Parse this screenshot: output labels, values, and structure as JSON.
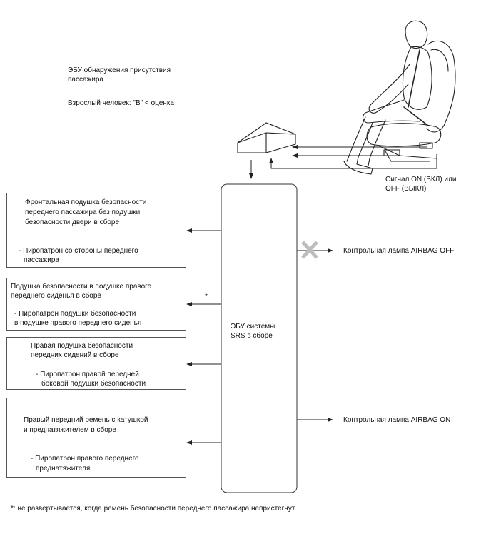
{
  "ecu_occupant": {
    "title_line1": "ЭБУ обнаружения присутствия",
    "title_line2": "пассажира",
    "condition": "Взрослый человек: \"B\" < оценка"
  },
  "signal": {
    "line1": "Сигнал ON (ВКЛ) или",
    "line2": "OFF (ВЫКЛ)"
  },
  "srs_ecu": {
    "line1": "ЭБУ системы",
    "line2": "SRS в сборе"
  },
  "boxes": [
    {
      "lines": [
        "Фронтальная подушка безопасности",
        "переднего пассажира без подушки",
        "безопасности двери в сборе"
      ],
      "sub": [
        "- Пиропатрон со стороны переднего",
        "пассажира"
      ]
    },
    {
      "lines": [
        "Подушка безопасности в подушке правого",
        "переднего сиденья в сборе"
      ],
      "sub": [
        "- Пиропатрон подушки безопасности",
        "в подушке правого переднего сиденья"
      ]
    },
    {
      "lines": [
        "Правая подушка безопасности",
        "передних сидений в сборе"
      ],
      "sub": [
        "- Пиропатрон правой передней",
        "боковой подушки безопасности"
      ]
    },
    {
      "lines": [
        "Правый передний ремень с катушкой",
        "и преднатяжителем в сборе"
      ],
      "sub": [
        "- Пиропатрон правого переднего",
        "преднатяжителя"
      ]
    }
  ],
  "asterisk": "*",
  "lamp_off": "Контрольная лампа AIRBAG OFF",
  "lamp_on": "Контрольная лампа AIRBAG ON",
  "footnote": "*: не развертывается, когда ремень безопасности переднего пассажира непристегнут."
}
